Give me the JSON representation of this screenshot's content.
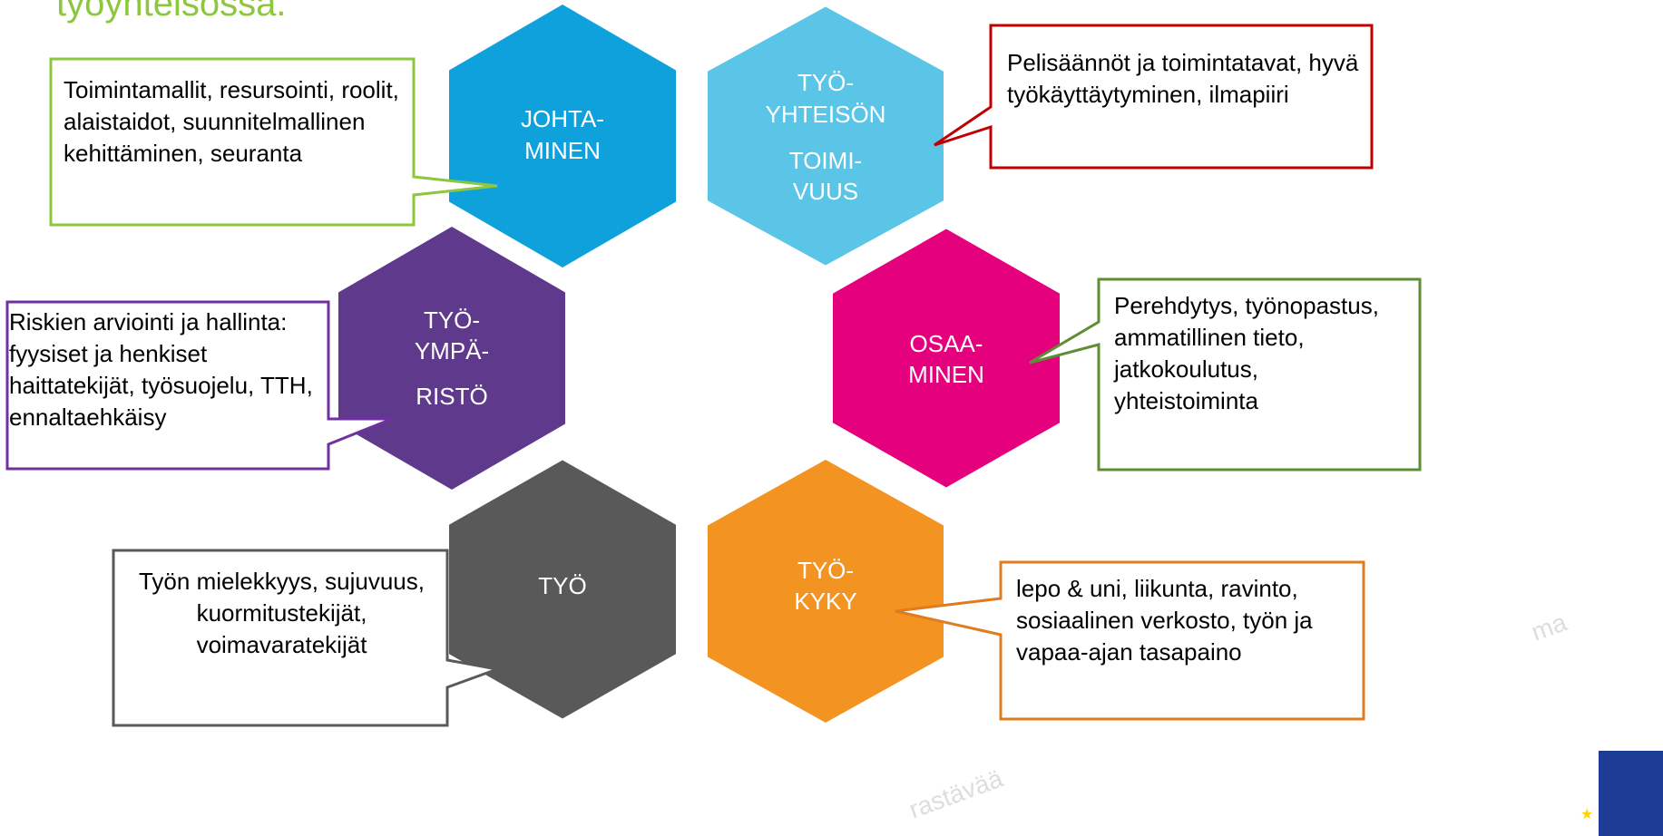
{
  "title": "työyhteisössä.",
  "watermark": [
    "rastävää",
    "ma"
  ],
  "hexagons": [
    {
      "name": "johtaminen",
      "lines": [
        "JOHTA-",
        "MINEN"
      ],
      "color": "#0ea1dc"
    },
    {
      "name": "tyoyhteison-toimivuus",
      "lines": [
        "TYÖ-",
        "YHTEISÖN",
        "TOIMI-",
        "VUUS"
      ],
      "color": "#5bc5e8"
    },
    {
      "name": "tyoymparisto",
      "lines": [
        "TYÖ-",
        "YMPÄ-",
        "RISTÖ"
      ],
      "color": "#5f3a8c"
    },
    {
      "name": "osaaminen",
      "lines": [
        "OSAA-",
        "MINEN"
      ],
      "color": "#e5007d"
    },
    {
      "name": "tyo",
      "lines": [
        "TYÖ"
      ],
      "color": "#595959"
    },
    {
      "name": "tyokyky",
      "lines": [
        "TYÖ-",
        "KYKY"
      ],
      "color": "#f39322"
    }
  ],
  "callouts": [
    {
      "name": "johtaminen",
      "text": "Toimintamallit, resursointi, roolit, alaistaidot, suunnitelmallinen kehittäminen, seuranta",
      "border": "#8dc63f"
    },
    {
      "name": "toimivuus",
      "text": "Pelisäännöt ja toimintatavat, hyvä työkäyttäytyminen, ilmapiiri",
      "border": "#c00000"
    },
    {
      "name": "tyoymparisto",
      "text": "Riskien arviointi ja hallinta: fyysiset ja henkiset haittatekijät, työsuojelu, TTH, ennaltaehkäisy",
      "border": "#7030a0"
    },
    {
      "name": "osaaminen",
      "text": "Perehdytys, työnopastus, ammatillinen tieto, jatkokoulutus, yhteistoiminta",
      "border": "#5e8e34"
    },
    {
      "name": "tyo",
      "text": "Työn mielekkyys, sujuvuus, kuormitustekijät, voimavaratekijät",
      "border": "#595959"
    },
    {
      "name": "tyokyky",
      "text": "lepo & uni, liikunta, ravinto, sosiaalinen verkosto, työn ja vapaa-ajan tasapaino",
      "border": "#e07b1e"
    }
  ],
  "eu_flag": {
    "color": "#1d3d95",
    "star": "★"
  }
}
